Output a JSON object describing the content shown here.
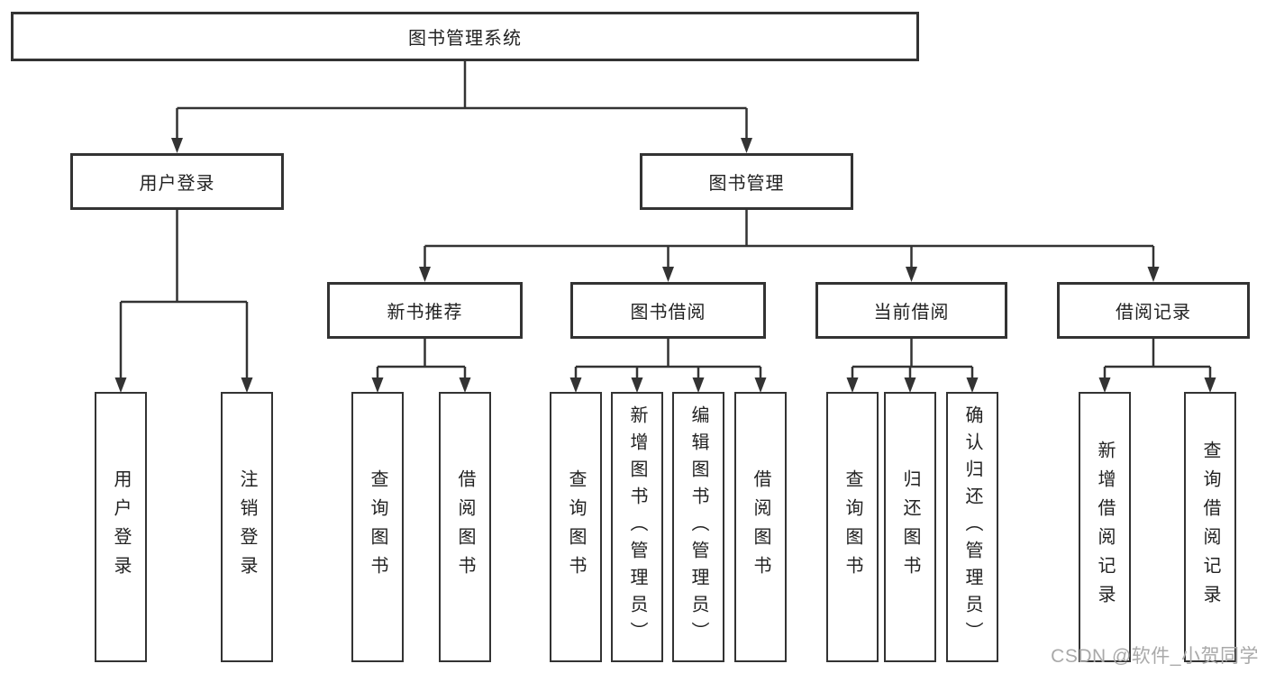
{
  "diagram": {
    "type": "tree",
    "root": {
      "label": "图书管理系统"
    },
    "level2": {
      "user_login": {
        "label": "用户登录"
      },
      "book_mgmt": {
        "label": "图书管理"
      }
    },
    "level3": {
      "new_book_rec": {
        "label": "新书推荐",
        "parent": "图书管理"
      },
      "book_borrow": {
        "label": "图书借阅",
        "parent": "图书管理"
      },
      "current_borrow": {
        "label": "当前借阅",
        "parent": "图书管理"
      },
      "borrow_record": {
        "label": "借阅记录",
        "parent": "图书管理"
      }
    },
    "leaves": {
      "leaf_user_login": {
        "label": "用户登录",
        "parent": "用户登录"
      },
      "leaf_logout": {
        "label": "注销登录",
        "parent": "用户登录"
      },
      "leaf_query_books_rec": {
        "label": "查询图书",
        "parent": "新书推荐"
      },
      "leaf_borrow_books_rec": {
        "label": "借阅图书",
        "parent": "新书推荐"
      },
      "leaf_query_books_borrow": {
        "label": "查询图书",
        "parent": "图书借阅"
      },
      "leaf_add_books": {
        "label": "新增图书（管理员）",
        "parent": "图书借阅"
      },
      "leaf_edit_books": {
        "label": "编辑图书（管理员）",
        "parent": "图书借阅"
      },
      "leaf_borrow_books_borrow": {
        "label": "借阅图书",
        "parent": "图书借阅"
      },
      "leaf_query_books_current": {
        "label": "查询图书",
        "parent": "当前借阅"
      },
      "leaf_return_books": {
        "label": "归还图书",
        "parent": "当前借阅"
      },
      "leaf_confirm_return": {
        "label": "确认归还（管理员）",
        "parent": "当前借阅"
      },
      "leaf_add_borrow_record": {
        "label": "新增借阅记录",
        "parent": "借阅记录"
      },
      "leaf_query_borrow_record": {
        "label": "查询借阅记录",
        "parent": "借阅记录"
      }
    }
  },
  "watermark": "CSDN @软件_小贺同学",
  "colors": {
    "line": "#333333",
    "box_border": "#333333",
    "text": "#222222",
    "watermark": "#a9a9a9",
    "background": "#ffffff"
  }
}
